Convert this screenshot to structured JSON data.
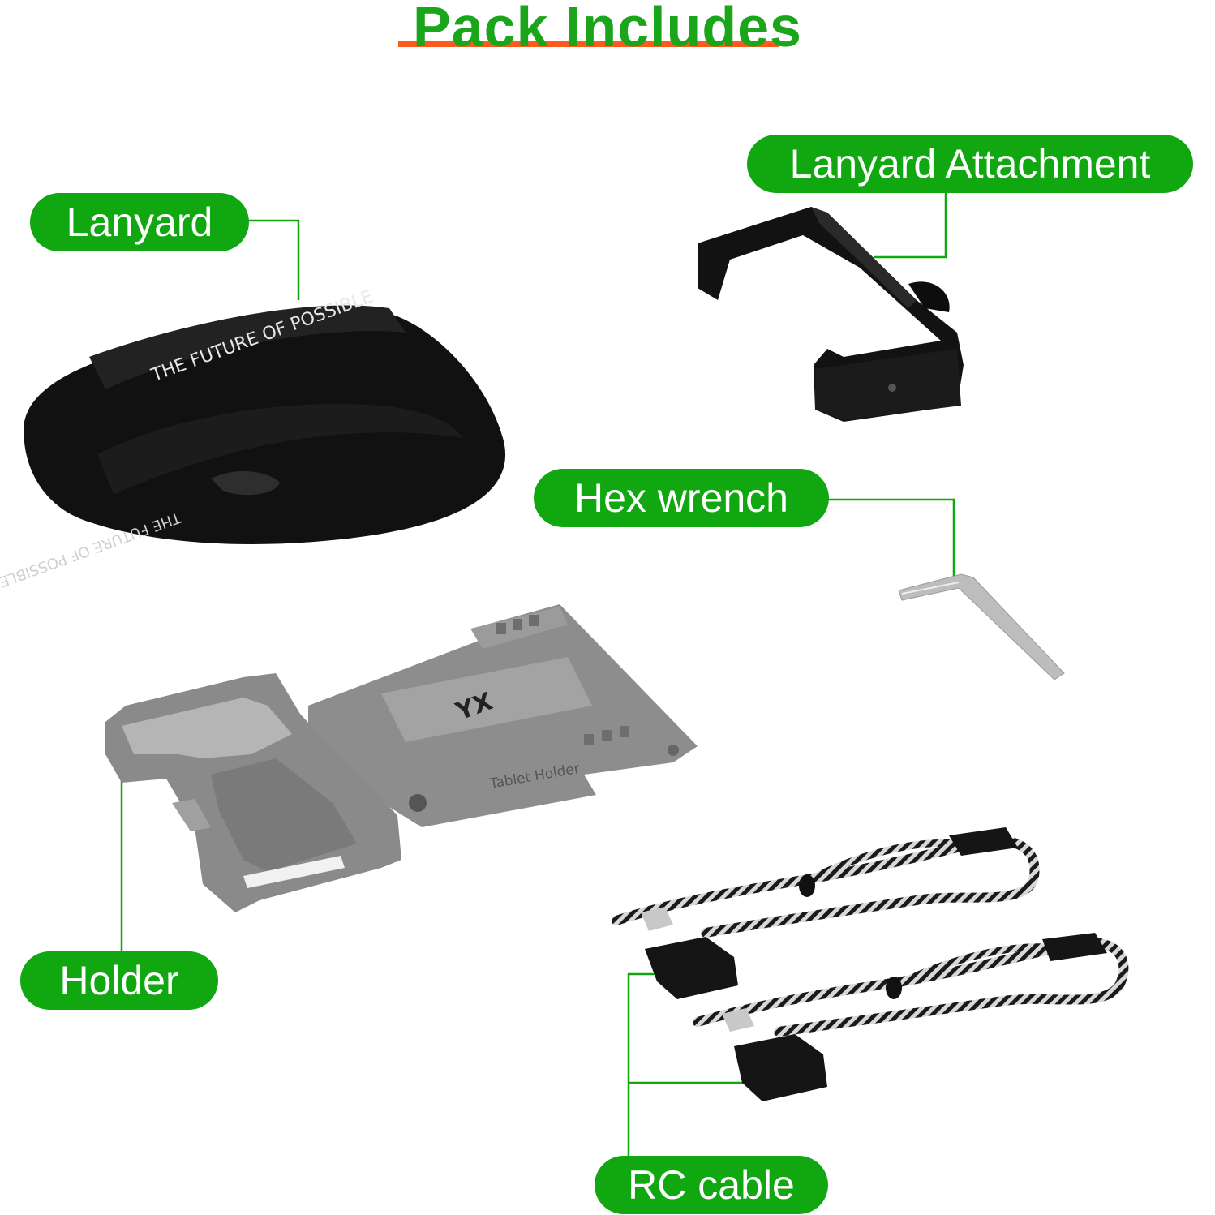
{
  "title": "Pack Includes",
  "colors": {
    "label_bg": "#10a710",
    "title": "#1aa51a",
    "title_underline": "#ff5a1e",
    "leader_line": "#10a710"
  },
  "labels": {
    "lanyard": "Lanyard",
    "lanyard_attachment": "Lanyard Attachment",
    "hex_wrench": "Hex wrench",
    "holder": "Holder",
    "rc_cable": "RC cable"
  },
  "product_print": {
    "lanyard_text_1": "THE FUTURE OF POSSIBLE",
    "lanyard_text_2": "THE FUTURE OF POSSIBLE",
    "holder_text": "Tablet Holder",
    "holder_logo": "YX"
  }
}
